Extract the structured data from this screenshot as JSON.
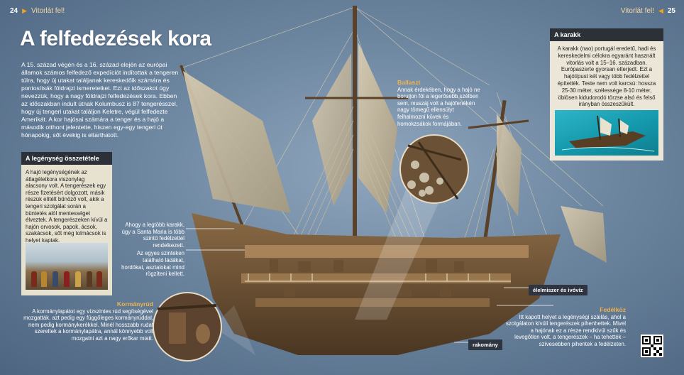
{
  "header": {
    "page_left": "24",
    "section_left": "Vitorlát fel!",
    "section_right": "Vitorlát fel!",
    "page_right": "25"
  },
  "title": "A felfedezések kora",
  "intro": "A 15. század végén és a 16. század elején az európai államok számos felfedező expedíciót indítottak a tengeren túlra, hogy új utakat találjanak kereskedőik számára és pontosítsák földrajzi ismereteiket. Ezt az időszakot úgy nevezzük, hogy a nagy földrajzi felfedezések kora. Ebben az időszakban indult útnak Kolumbusz is 87 tengerésszel, hogy új tengeri utakat találjon Keletre, végül felfedezte Amerikát. A kor hajósai számára a tenger és a hajó a második otthont jelentette, hiszen egy-egy tengeri út hónapokig, sőt évekig is eltarthatott.",
  "crew_box": {
    "title": "A legénység összetétele",
    "text": "A hajó legénységének az átlagéletkora viszonylag alacsony volt. A tengerészek egy része fizetésért dolgozott, másik részük elítélt bűnöző volt, akik a tengeri szolgálat során a büntetés alól mentességet élveztek. A tengerészeken kívül a hajón orvosok, papok, ácsok, szakácsok, sőt még tolmácsok is helyet kaptak."
  },
  "karakk_box": {
    "title": "A karakk",
    "text": "A karakk (nao) portugál eredetű, hadi és kereskedelmi célokra egyaránt használt vitorlás volt a 15–16. században. Európaszerte gyorsan elterjedt. Ezt a hajótípust két vagy több fedélzettel építették. Teste nem volt karcsú: hossza 25-30 méter, szélessége 8-10 méter, öblösen kidudorodó törzse alsó és felső irányban összeszűkült."
  },
  "ballaszt": {
    "title": "Ballaszt",
    "text": "Annak érdekében, hogy a hajó ne boruljon föl a legerősebb szélben sem, muszáj volt a hajófenékén nagy tömegű ellensúlyt felhalmozni kövek és homokzsákok formájában."
  },
  "decks": {
    "text1": "Ahogy a legtöbb karakk, úgy a Santa Maria is több szintű fedélzettel rendelkezett.",
    "text2": "Az egyes szinteken található ládákat, hordókat, asztalokat mind rögzíteni kellett."
  },
  "kormanyrud": {
    "title": "Kormányrúd",
    "text": "A kormánylapátot egy vízszintes rúd segítségével mozgatták, azt pedig egy függőleges kormányrúddal, nem pedig kormánykerékkel. Minél hosszabb rudat szereltek a kormánylapátra, annál könnyebb volt mozgatni azt a nagy erőkar miatt."
  },
  "fedelkoz": {
    "title": "Fedélköz",
    "text": "Itt kapott helyet a legénységi szállás, ahol a szolgálaton kívüli tengerészek pihenhettek. Mivel a hajónak ez a része rendkívül szűk és levegőtlen volt, a tengerészek – ha tehették – szívesebben pihentek a fedélzeten."
  },
  "tags": {
    "provisions": "élelmiszer és ivóvíz",
    "cargo": "rakomány"
  },
  "icons": [
    "triangle-right-icon",
    "triangle-left-icon",
    "qr-code-icon"
  ],
  "colors": {
    "accent": "#f0a21a",
    "box_header": "#2c3138",
    "box_bg": "#e7e1d0",
    "background": "#6d86a0"
  }
}
